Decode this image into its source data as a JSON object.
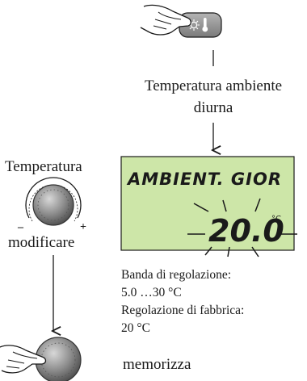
{
  "top_caption": "Temperatura ambiente",
  "top_caption_line2": "diurna",
  "knob_label": "Temperatura",
  "knob_minus": "–",
  "knob_plus": "+",
  "knob_caption": "modificare",
  "display": {
    "text": "AMBIENT. GIOR",
    "value": "20.0",
    "unit": "°C"
  },
  "notes": {
    "line1": "Banda di regolazione:",
    "line2": "5.0 …30 °C",
    "line3": "Regolazione di fabbrica:",
    "line4": "20 °C"
  },
  "store_caption": "memorizza",
  "colors": {
    "lcd_fill": "#cde6a8",
    "ink": "#1a1a1a",
    "button": "#8a8a8a",
    "knob": "#7d7d7d"
  },
  "icons": [
    "hand-icon",
    "sun-thermometer-icon",
    "knob-icon",
    "flash-icon"
  ]
}
